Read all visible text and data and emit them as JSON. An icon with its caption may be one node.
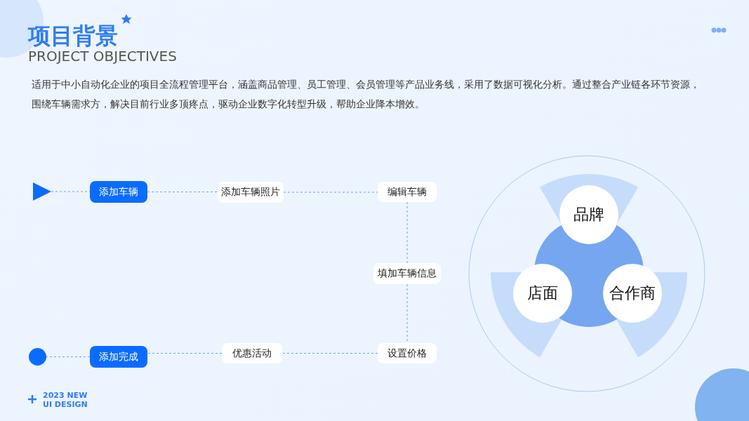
{
  "diagram": {
    "title": "项目背景",
    "nodes": [
      {
        "text": [],
        "shape": "triangle"
      },
      {
        "text": [
          "添加车辆"
        ]
      },
      {
        "text": [
          "添加车辆照片"
        ]
      },
      {
        "text": [
          "编辑车辆"
        ]
      },
      {
        "text": [
          "填加车辆信息"
        ]
      },
      {
        "text": [
          "设置价格"
        ]
      },
      {
        "text": [
          "优惠活动"
        ]
      },
      {
        "text": [
          "添加完成"
        ]
      },
      {
        "text": [],
        "shape": "circle"
      },
      {
        "text": [
          "品牌"
        ]
      },
      {
        "text": [
          "店面"
        ]
      },
      {
        "text": [
          "合作商"
        ]
      }
    ],
    "edges": [
      {
        "from": 0,
        "to": 1,
        "arrow": "none",
        "style": "dashed"
      },
      {
        "from": 1,
        "to": 2,
        "arrow": "none",
        "style": "dashed"
      },
      {
        "from": 2,
        "to": 3,
        "arrow": "none",
        "style": "dashed"
      },
      {
        "from": 3,
        "to": 4,
        "arrow": "none",
        "style": "dashed"
      },
      {
        "from": 4,
        "to": 5,
        "arrow": "none",
        "style": "dashed"
      },
      {
        "from": 5,
        "to": 6,
        "arrow": "none",
        "style": "dashed"
      },
      {
        "from": 6,
        "to": 7,
        "arrow": "none",
        "style": "dashed"
      },
      {
        "from": 7,
        "to": 8,
        "arrow": "none",
        "style": "dashed"
      }
    ],
    "labels": [
      "PROJECT OBJECTIVES",
      "适用于中小自动化企业的项目全流程管理平台，涵盖商品管理、员工管理、会员管理等产品业务线，采用了数据可视化分析。通过整合产业链各环节资源，围绕车辆需求方，解决目前行业多顶疼点，驱动企业数字化转型升级，帮助企业降本增效。",
      "2023 NEW UI DESIGN"
    ]
  }
}
